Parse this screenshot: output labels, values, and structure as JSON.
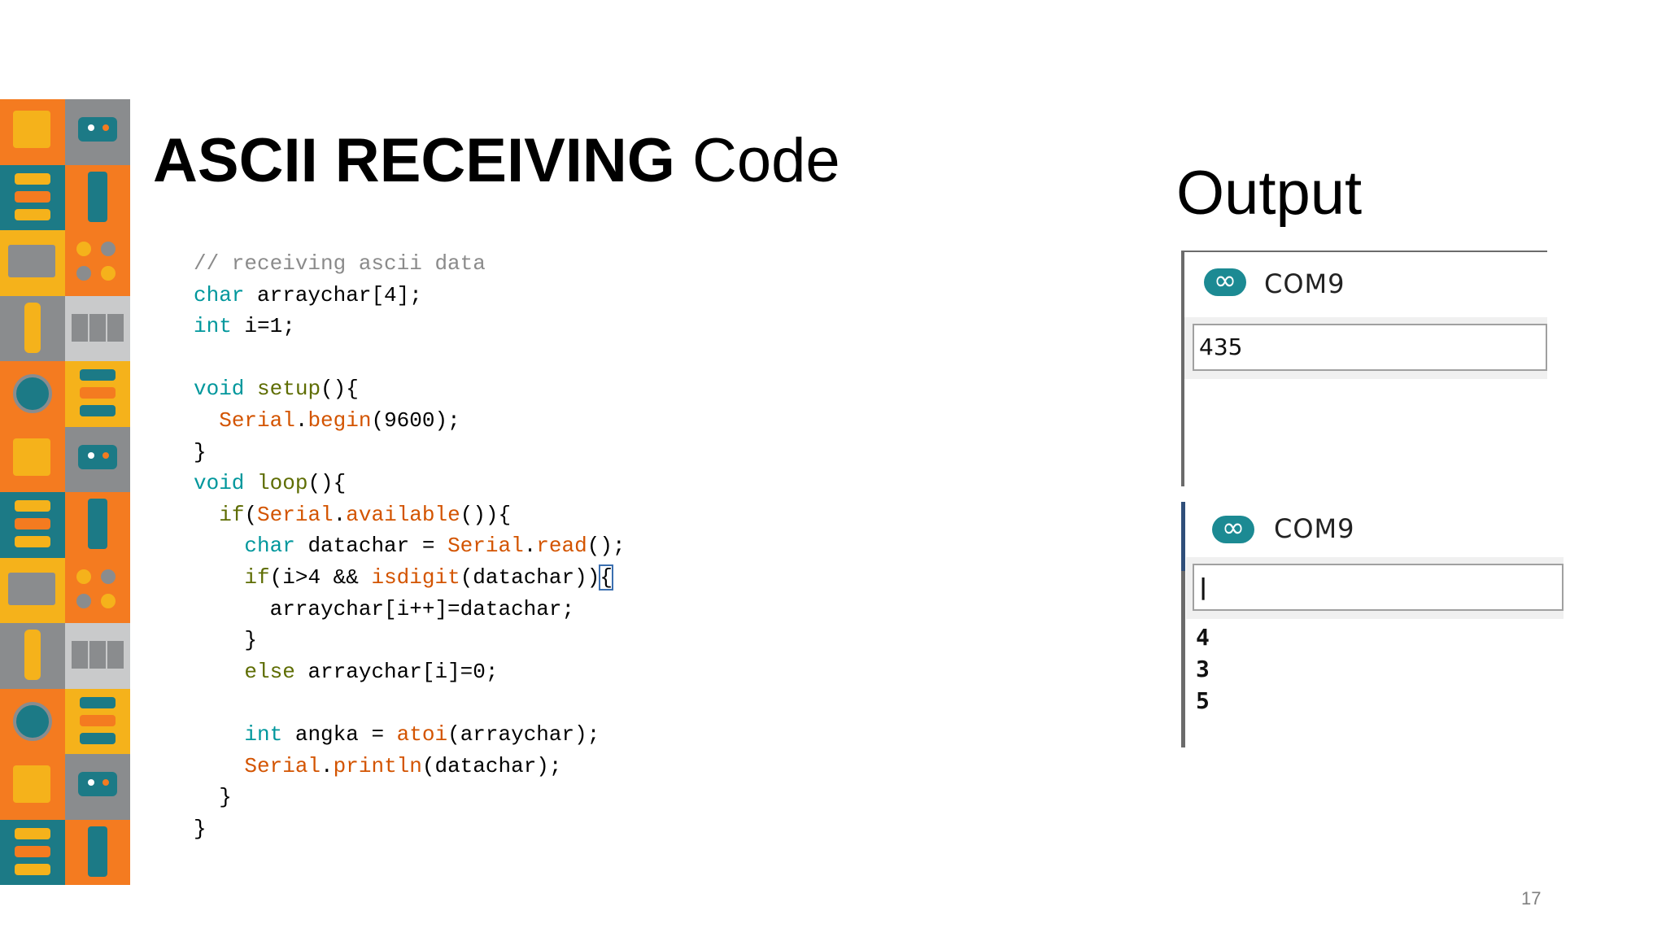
{
  "slide": {
    "title_bold": "ASCII RECEIVING",
    "title_regular": " Code",
    "output_heading": "Output",
    "page_number": "17"
  },
  "code": {
    "lines": [
      [
        {
          "t": "// receiving ascii data",
          "c": "comment"
        }
      ],
      [
        {
          "t": "char",
          "c": "type"
        },
        {
          "t": " arraychar[4];"
        }
      ],
      [
        {
          "t": "int",
          "c": "type"
        },
        {
          "t": " i=1;"
        }
      ],
      [],
      [
        {
          "t": "void",
          "c": "type"
        },
        {
          "t": " "
        },
        {
          "t": "setup",
          "c": "kw"
        },
        {
          "t": "(){"
        }
      ],
      [
        {
          "t": "  "
        },
        {
          "t": "Serial",
          "c": "fn"
        },
        {
          "t": "."
        },
        {
          "t": "begin",
          "c": "fn"
        },
        {
          "t": "(9600);"
        }
      ],
      [
        {
          "t": "}"
        }
      ],
      [
        {
          "t": "void",
          "c": "type"
        },
        {
          "t": " "
        },
        {
          "t": "loop",
          "c": "kw"
        },
        {
          "t": "(){"
        }
      ],
      [
        {
          "t": "  "
        },
        {
          "t": "if",
          "c": "kw"
        },
        {
          "t": "("
        },
        {
          "t": "Serial",
          "c": "fn"
        },
        {
          "t": "."
        },
        {
          "t": "available",
          "c": "fn"
        },
        {
          "t": "()){"
        }
      ],
      [
        {
          "t": "    "
        },
        {
          "t": "char",
          "c": "type"
        },
        {
          "t": " datachar = "
        },
        {
          "t": "Serial",
          "c": "fn"
        },
        {
          "t": "."
        },
        {
          "t": "read",
          "c": "fn"
        },
        {
          "t": "();"
        }
      ],
      [
        {
          "t": "    "
        },
        {
          "t": "if",
          "c": "kw"
        },
        {
          "t": "(i>4 && "
        },
        {
          "t": "isdigit",
          "c": "fn"
        },
        {
          "t": "(datachar))"
        },
        {
          "t": "{",
          "c": "brace"
        }
      ],
      [
        {
          "t": "      arraychar[i++]=datachar;"
        }
      ],
      [
        {
          "t": "    }"
        }
      ],
      [
        {
          "t": "    "
        },
        {
          "t": "else",
          "c": "kw"
        },
        {
          "t": " arraychar[i]=0;"
        }
      ],
      [],
      [
        {
          "t": "    "
        },
        {
          "t": "int",
          "c": "type"
        },
        {
          "t": " angka = "
        },
        {
          "t": "atoi",
          "c": "fn"
        },
        {
          "t": "(arraychar);"
        }
      ],
      [
        {
          "t": "    "
        },
        {
          "t": "Serial",
          "c": "fn"
        },
        {
          "t": "."
        },
        {
          "t": "println",
          "c": "fn"
        },
        {
          "t": "(datachar);"
        }
      ],
      [
        {
          "t": "  }"
        }
      ],
      [
        {
          "t": "}"
        }
      ]
    ]
  },
  "monitor_1": {
    "title": "COM9",
    "icon": "arduino-logo-icon",
    "input_value": "435"
  },
  "monitor_2": {
    "title": "COM9",
    "icon": "arduino-logo-icon",
    "input_value": "|",
    "output_lines": [
      "4",
      "3",
      "5"
    ]
  },
  "colors": {
    "type": "#00979c",
    "keyword": "#5e6d03",
    "function": "#d35400",
    "comment": "#8b8b8b"
  }
}
